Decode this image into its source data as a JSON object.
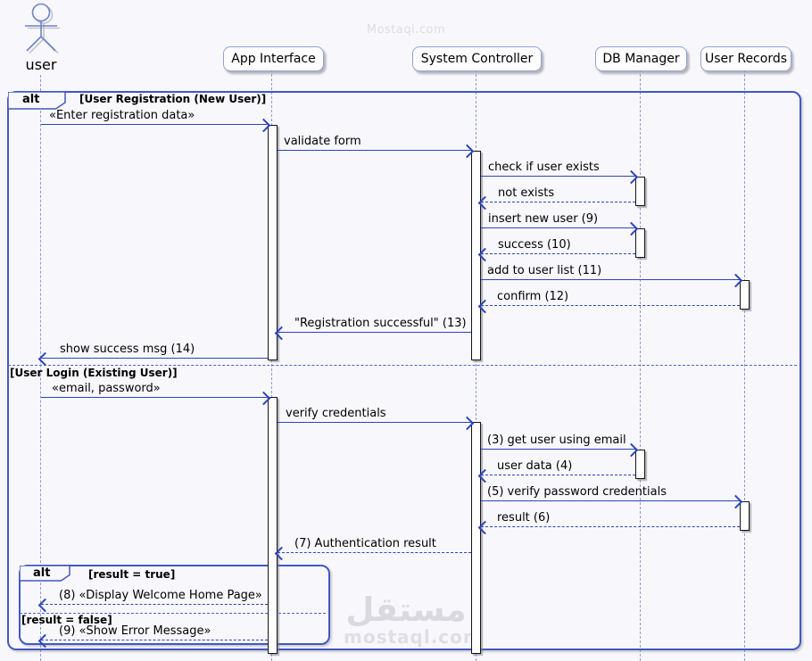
{
  "actor": {
    "label": "user"
  },
  "participants": [
    {
      "label": "App Interface"
    },
    {
      "label": "System Controller"
    },
    {
      "label": "DB Manager"
    },
    {
      "label": "User Records"
    }
  ],
  "frames": {
    "outer": {
      "operator": "alt",
      "sections": [
        "[User Registration (New User)]",
        "[User Login (Existing User)]"
      ]
    },
    "inner": {
      "operator": "alt",
      "sections": [
        "[result = true]",
        "[result = false]"
      ]
    }
  },
  "messages": [
    {
      "label": "«Enter registration data»"
    },
    {
      "label": "validate form"
    },
    {
      "label": "check if user exists"
    },
    {
      "label": "not exists"
    },
    {
      "label": "insert new user (9)"
    },
    {
      "label": "success (10)"
    },
    {
      "label": "add to user list (11)"
    },
    {
      "label": "confirm (12)"
    },
    {
      "label": "\"Registration successful\" (13)"
    },
    {
      "label": "show success msg (14)"
    },
    {
      "label": "«email, password»"
    },
    {
      "label": "verify credentials"
    },
    {
      "label": "(3) get user using email"
    },
    {
      "label": "user data (4)"
    },
    {
      "label": "(5) verify password credentials"
    },
    {
      "label": "result (6)"
    },
    {
      "label": "(7) Authentication result"
    },
    {
      "label": "(8) «Display Welcome Home Page»"
    },
    {
      "label": "(9) «Show Error Message»"
    }
  ],
  "watermark": {
    "top": "Mostaql.com",
    "logo_ar": "مستقل",
    "site": "mostaql.com"
  },
  "colors": {
    "background": "#f8f8fc",
    "frame_border": "#4357c2",
    "arrow": "#2c44bb",
    "lifeline": "#8a9ad2",
    "participant_border": "#92a0d4",
    "watermark": "#d9d9df"
  }
}
